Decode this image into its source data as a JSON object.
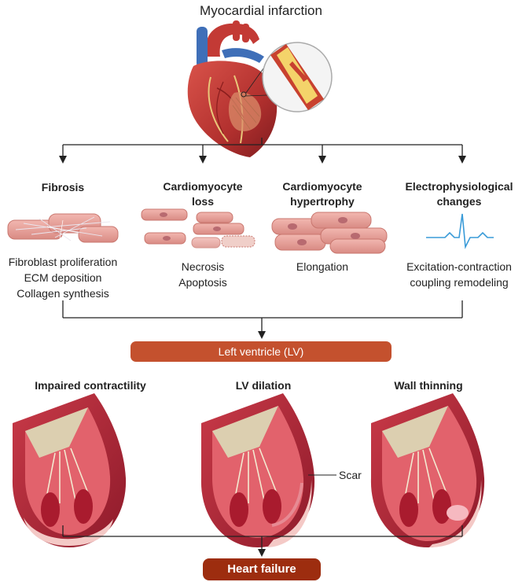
{
  "title": "Myocardial infarction",
  "mechanisms": [
    {
      "title_lines": [
        "Fibrosis"
      ],
      "desc_lines": [
        "Fibroblast proliferation",
        "ECM deposition",
        "Collagen synthesis"
      ]
    },
    {
      "title_lines": [
        "Cardiomyocyte",
        "loss"
      ],
      "desc_lines": [
        "Necrosis",
        "Apoptosis"
      ]
    },
    {
      "title_lines": [
        "Cardiomyocyte",
        "hypertrophy"
      ],
      "desc_lines": [
        "Elongation"
      ]
    },
    {
      "title_lines": [
        "Electrophysiological",
        "changes"
      ],
      "desc_lines": [
        "Excitation-contraction",
        "coupling remodeling"
      ]
    }
  ],
  "lv_label": "Left ventricle (LV)",
  "outcomes": [
    "Impaired contractility",
    "LV dilation",
    "Wall thinning"
  ],
  "scar_label": "Scar",
  "final_label": "Heart failure",
  "colors": {
    "pill": "#c4512e",
    "final_pill": "#9d2d0f",
    "ecg": "#3a9bd8",
    "myocardium": "#b8283a",
    "valve": "#dccfb0"
  }
}
